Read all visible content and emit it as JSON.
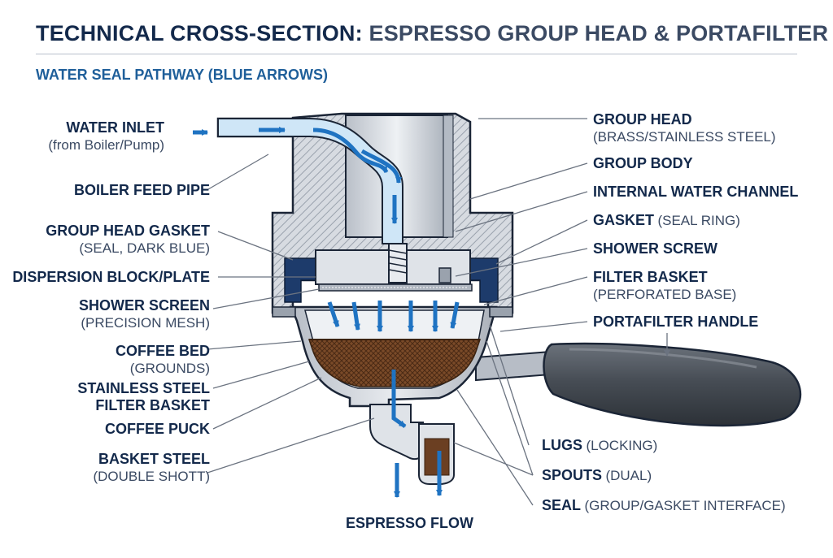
{
  "title": {
    "bold": "TECHNICAL CROSS-SECTION:",
    "light": "ESPRESSO GROUP HEAD & PORTAFILTER"
  },
  "subtitle": "WATER SEAL PATHWAY (BLUE ARROWS)",
  "labels_left": {
    "water_inlet": {
      "main": "WATER INLET",
      "sub": "(from Boiler/Pump)"
    },
    "boiler_feed_pipe": {
      "main": "BOILER FEED PIPE"
    },
    "group_head_gasket": {
      "main": "GROUP HEAD GASKET",
      "sub": "(SEAL, DARK BLUE)"
    },
    "dispersion_block": {
      "main": "DISPERSION BLOCK/PLATE"
    },
    "shower_screen": {
      "main": "SHOWER SCREEN",
      "sub": "(PRECISION MESH)"
    },
    "coffee_bed": {
      "main": "COFFEE BED",
      "sub": "(GROUNDS)"
    },
    "stainless_basket": {
      "main": "STAINLESS STEEL",
      "sub": "FILTER BASKET"
    },
    "coffee_puck": {
      "main": "COFFEE PUCK"
    },
    "basket_steel": {
      "main": "BASKET STEEL",
      "sub": "(DOUBLE SHOTT)"
    }
  },
  "labels_right": {
    "group_head": {
      "main": "GROUP HEAD",
      "sub": "(BRASS/STAINLESS STEEL)"
    },
    "group_body": {
      "main": "GROUP BODY"
    },
    "internal_channel": {
      "main": "INTERNAL WATER CHANNEL"
    },
    "gasket": {
      "main": "GASKET",
      "inline": "(SEAL RING)"
    },
    "shower_screw": {
      "main": "SHOWER SCREW"
    },
    "filter_basket": {
      "main": "FILTER BASKET",
      "sub": "(PERFORATED BASE)"
    },
    "portafilter_handle": {
      "main": "PORTAFILTER HANDLE"
    },
    "lugs": {
      "main": "LUGS",
      "inline": "(LOCKING)"
    },
    "spouts": {
      "main": "SPOUTS",
      "inline": "(DUAL)"
    },
    "seal": {
      "main": "SEAL",
      "inline": "(GROUP/GASKET INTERFACE)"
    }
  },
  "flow_label": "ESPRESSO FLOW",
  "colors": {
    "navy": "#13294b",
    "water": "#cfe6f7",
    "arrow": "#1f73c2",
    "gasket": "#1d3b6b",
    "coffee": "#6b3f22",
    "metal": "#c9ced6",
    "handle": "#3f454d"
  }
}
